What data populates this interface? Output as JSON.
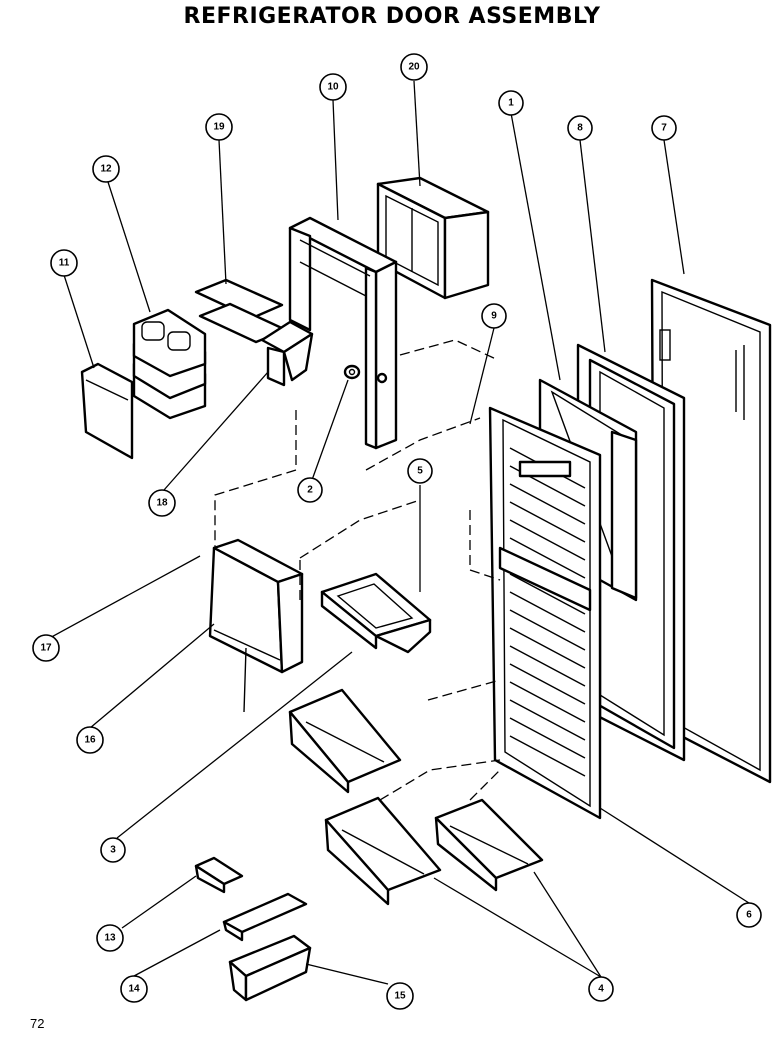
{
  "title": "REFRIGERATOR DOOR ASSEMBLY",
  "page_number": "72",
  "callouts": [
    {
      "id": "c1",
      "label": "1"
    },
    {
      "id": "c2",
      "label": "2"
    },
    {
      "id": "c3",
      "label": "3"
    },
    {
      "id": "c4",
      "label": "4"
    },
    {
      "id": "c5",
      "label": "5"
    },
    {
      "id": "c6",
      "label": "6"
    },
    {
      "id": "c7",
      "label": "7"
    },
    {
      "id": "c8",
      "label": "8"
    },
    {
      "id": "c9",
      "label": "9"
    },
    {
      "id": "c10",
      "label": "10"
    },
    {
      "id": "c11",
      "label": "11"
    },
    {
      "id": "c12",
      "label": "12"
    },
    {
      "id": "c13",
      "label": "13"
    },
    {
      "id": "c14",
      "label": "14"
    },
    {
      "id": "c15",
      "label": "15"
    },
    {
      "id": "c16",
      "label": "16"
    },
    {
      "id": "c17",
      "label": "17"
    },
    {
      "id": "c18",
      "label": "18"
    },
    {
      "id": "c19",
      "label": "19"
    },
    {
      "id": "c20",
      "label": "20"
    }
  ]
}
